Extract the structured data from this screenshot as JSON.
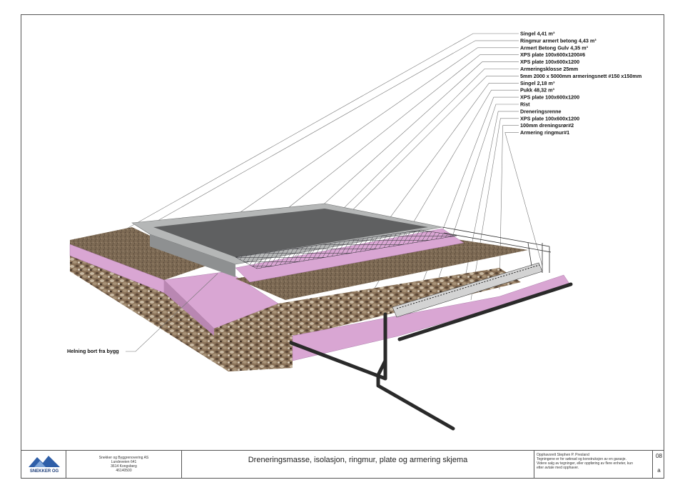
{
  "labels": [
    "Singel 4,41 m³",
    "Ringmur armert betong 4,43 m³",
    "Armert Betong Gulv 4,35 m³",
    "XPS plate 100x600x1200#6",
    "XPS plate 100x600x1200",
    "Armeringsklosse 25mm",
    "5mm 2000 x 5000mm armeringsnett #150 x150mm",
    "Singel 2,18 m³",
    "Pukk 48,32 m³",
    "XPS plate 100x600x1200",
    "Rist",
    "Dreneringsrenne",
    "XPS plate 100x600x1200",
    "100mm dreningsrør#2",
    "Armering ringmur#1"
  ],
  "side_label": "Helning bort fra bygg",
  "title_block": {
    "company": [
      "Snekker og Byggrenovering AS",
      "Lundeveien 641",
      "3614 Kongsberg",
      "46140500"
    ],
    "logo_text": "SNEKKER OG",
    "title": "Dreneringsmasse, isolasjon, ringmur, plate og armering skjema",
    "note": [
      "Opphavsrett Stephen P. Presland",
      "Tegningene er for søknad og konstruksjon av en garasje.",
      "Videre salg av tegninger, eller oppføring av flere enheter, kun",
      "etter avtale med opphaver."
    ],
    "sheet_number": "08",
    "sheet_suffix": "a"
  },
  "colors": {
    "pink_insulation": "#d9a6d3",
    "gravel_top": "#7a6650",
    "concrete": "#b5b7b7",
    "slab": "#5f6061",
    "pipe": "#2a2a2a"
  }
}
